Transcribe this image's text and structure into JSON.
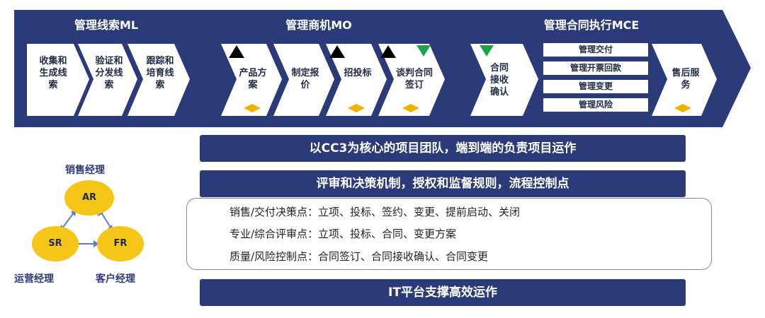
{
  "stages": {
    "ml": {
      "title": "管理线索ML"
    },
    "mo": {
      "title": "管理商机MO"
    },
    "mce": {
      "title": "管理合同执行MCE"
    }
  },
  "ml_steps": [
    "收集和生成线索",
    "验证和分发线索",
    "跟踪和培育线索"
  ],
  "mo_steps": [
    "产品方案",
    "制定报价",
    "招投标",
    "谈判合同签订"
  ],
  "mce": {
    "confirm": "合同接收确认",
    "subs": [
      "管理交付",
      "管理开票回款",
      "管理变更",
      "管理风险"
    ],
    "after": "售后服务"
  },
  "bars": {
    "team": "以CC3为核心的项目团队，端到端的负责项目运作",
    "review": "评审和决策机制，授权和监督规则，流程控制点",
    "it": "IT平台支撑高效运作"
  },
  "legend": [
    {
      "symbol": "diamond",
      "text": "销售/交付决策点：立项、投标、签约、变更、提前启动、关闭"
    },
    {
      "symbol": "triangle-up",
      "text": "专业/综合评审点：立项、投标、合同、变更方案"
    },
    {
      "symbol": "triangle-down",
      "text": "质量/风险控制点：合同签订、合同接收确认、合同变更"
    }
  ],
  "roles": {
    "ar_label": "销售经理",
    "sr_label": "运营经理",
    "fr_label": "客户经理",
    "ar": "AR",
    "sr": "SR",
    "fr": "FR"
  },
  "colors": {
    "navy": "#2b3a78",
    "gold": "#f5c518",
    "green": "#1fa34a",
    "diamond": "#f0b100"
  }
}
